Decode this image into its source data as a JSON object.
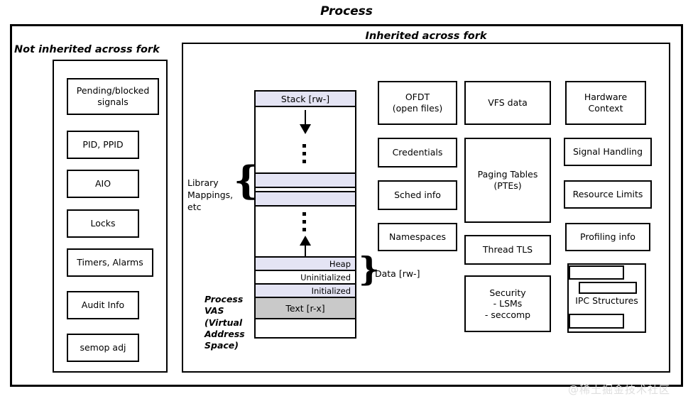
{
  "diagram": {
    "title": "Process",
    "watermark": "@稀土掘金技术社区"
  },
  "sections": {
    "not_inherited": {
      "title": "Not inherited across fork",
      "items": [
        {
          "label": "Pending/blocked\nsignals"
        },
        {
          "label": "PID, PPID"
        },
        {
          "label": "AIO"
        },
        {
          "label": "Locks"
        },
        {
          "label": "Timers, Alarms"
        },
        {
          "label": "Audit Info"
        },
        {
          "label": "semop adj"
        }
      ]
    },
    "inherited": {
      "title": "Inherited across fork",
      "items": [
        {
          "label": "OFDT\n(open files)"
        },
        {
          "label": "VFS data"
        },
        {
          "label": "Hardware\nContext"
        },
        {
          "label": "Credentials"
        },
        {
          "label": "Paging Tables\n(PTEs)"
        },
        {
          "label": "Signal Handling"
        },
        {
          "label": "Sched info"
        },
        {
          "label": "Resource Limits"
        },
        {
          "label": "Namespaces"
        },
        {
          "label": "Thread TLS"
        },
        {
          "label": "Profiling info"
        },
        {
          "label": "Security\n - LSMs\n - seccomp"
        }
      ],
      "ipc": {
        "label": "IPC Structures"
      }
    }
  },
  "vas": {
    "label": "Process\nVAS\n(Virtual\nAddress\nSpace)",
    "library_label": "Library\nMappings,\netc",
    "data_label": "Data [rw-]",
    "segments": [
      {
        "name": "stack",
        "label": "Stack [rw-]",
        "fill": "#e4e4f4",
        "align": "center"
      },
      {
        "name": "stack-gap",
        "label": "",
        "fill": "#ffffff",
        "align": "center"
      },
      {
        "name": "lib-map-1",
        "label": "",
        "fill": "#e4e4f4",
        "align": "center"
      },
      {
        "name": "lib-map-2",
        "label": "",
        "fill": "#e4e4f4",
        "align": "center"
      },
      {
        "name": "mmap-gap",
        "label": "",
        "fill": "#ffffff",
        "align": "center"
      },
      {
        "name": "heap",
        "label": "Heap",
        "fill": "#e4e4f4",
        "align": "right"
      },
      {
        "name": "uninitialized",
        "label": "Uninitialized",
        "fill": "#ffffff",
        "align": "right"
      },
      {
        "name": "initialized",
        "label": "Initialized",
        "fill": "#e4e4f4",
        "align": "right"
      },
      {
        "name": "text",
        "label": "Text [r-x]",
        "fill": "#c9c9c9",
        "align": "center"
      },
      {
        "name": "null-page",
        "label": "",
        "fill": "#ffffff",
        "align": "center"
      }
    ]
  },
  "colors": {
    "segment_lavender": "#e4e4f4",
    "segment_gray": "#c9c9c9",
    "outline": "#000000",
    "background": "#ffffff",
    "watermark": "#dedede"
  }
}
